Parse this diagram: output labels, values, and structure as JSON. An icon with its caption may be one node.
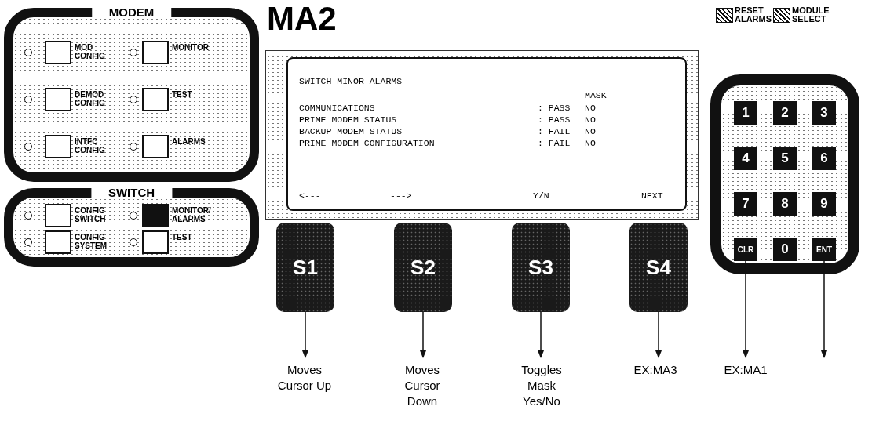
{
  "diagram": {
    "title": "MA2",
    "nodes": [
      {
        "text": [
          "MODEM"
        ]
      },
      {
        "text": [
          "MOD CONFIG"
        ],
        "in": 0
      },
      {
        "text": [
          "MONITOR"
        ],
        "in": 0
      },
      {
        "text": [
          "DEMOD CONFIG"
        ],
        "in": 0
      },
      {
        "text": [
          "TEST"
        ],
        "in": 0
      },
      {
        "text": [
          "INTFC CONFIG"
        ],
        "in": 0
      },
      {
        "text": [
          "ALARMS"
        ],
        "in": 0
      },
      {
        "text": [
          "SWITCH"
        ]
      },
      {
        "text": [
          "CONFIG SWITCH"
        ],
        "in": 7
      },
      {
        "text": [
          "MONITOR/ ALARMS"
        ],
        "in": 7
      },
      {
        "text": [
          "CONFIG SYSTEM"
        ],
        "in": 7
      },
      {
        "text": [
          "TEST"
        ],
        "in": 7
      },
      {
        "text": [
          "SWITCH MINOR ALARMS",
          "MASK",
          "COMMUNICATIONS",
          ": PASS",
          "NO",
          "PRIME MODEM STATUS",
          ": PASS",
          "NO",
          "BACKUP MODEM STATUS",
          ": FAIL",
          "NO",
          "PRIME MODEM CONFIGURATION",
          ": FAIL",
          "NO",
          "<---",
          "--->",
          "Y/N",
          "NEXT"
        ]
      },
      {
        "text": [
          "S1"
        ]
      },
      {
        "text": [
          "S2"
        ]
      },
      {
        "text": [
          "S3"
        ]
      },
      {
        "text": [
          "S4"
        ]
      },
      {
        "text": [],
        "shape": "box"
      },
      {
        "text": [
          "1"
        ],
        "in": 17
      },
      {
        "text": [
          "2"
        ],
        "in": 17
      },
      {
        "text": [
          "3"
        ],
        "in": 17
      },
      {
        "text": [
          "4"
        ],
        "in": 17
      },
      {
        "text": [
          "5"
        ],
        "in": 17
      },
      {
        "text": [
          "6"
        ],
        "in": 17
      },
      {
        "text": [
          "7"
        ],
        "in": 17
      },
      {
        "text": [
          "8"
        ],
        "in": 17
      },
      {
        "text": [
          "9"
        ],
        "in": 17
      },
      {
        "text": [
          "CLR"
        ],
        "in": 17
      },
      {
        "text": [
          "0"
        ],
        "in": 17
      },
      {
        "text": [
          "ENT"
        ],
        "in": 17
      },
      {
        "text": [
          "Moves Cursor Up"
        ]
      },
      {
        "text": [
          "Moves Cursor Down"
        ]
      },
      {
        "text": [
          "Toggles Mask Yes/No"
        ]
      },
      {
        "text": [
          "EX:MA3"
        ]
      },
      {
        "text": [
          "EX:MA1"
        ]
      }
    ],
    "edges": [
      {
        "from": 13,
        "to": 30,
        "arrow": "to"
      },
      {
        "from": 14,
        "to": 31,
        "arrow": "to"
      },
      {
        "from": 15,
        "to": 32,
        "arrow": "to"
      },
      {
        "from": 16,
        "to": 33,
        "arrow": "to"
      },
      {
        "from": 27,
        "to": 34,
        "arrow": "to"
      },
      {
        "from": 29,
        "to": null,
        "arrow": "to"
      }
    ],
    "legend": [
      {
        "text": "RESET ALARMS"
      },
      {
        "text": "MODULE SELECT"
      }
    ]
  }
}
